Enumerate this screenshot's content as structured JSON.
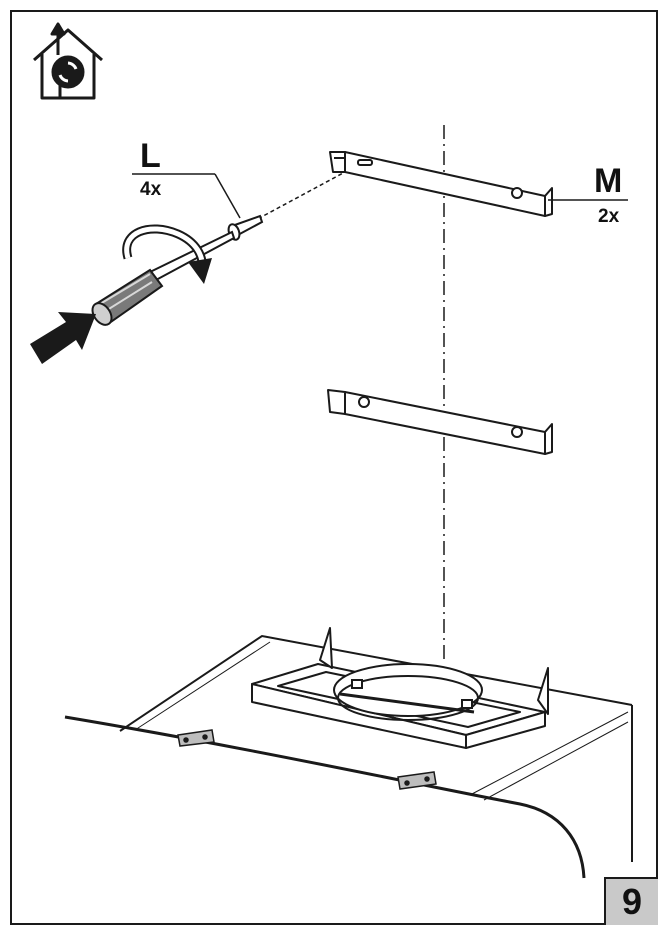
{
  "labels": {
    "screw_letter": "L",
    "screw_qty": "4x",
    "bracket_letter": "M",
    "bracket_qty": "2x"
  },
  "page_number": "9",
  "icons": {
    "header": "house-with-exhaust-fan-icon",
    "tool": "screwdriver-icon",
    "rotation": "clockwise-rotation-arrow-icon",
    "push": "push-arrow-icon"
  },
  "colors": {
    "line": "#1a1a1a",
    "badge": "#c9c9c9"
  }
}
